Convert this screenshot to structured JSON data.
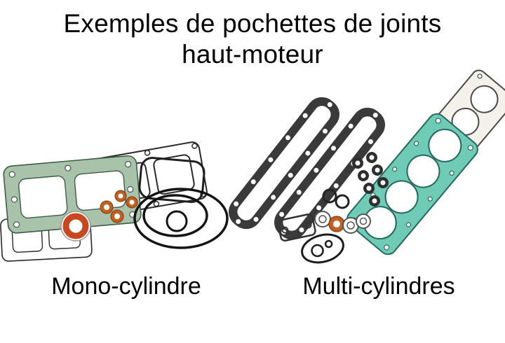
{
  "title": {
    "line1": "Exemples de pochettes de joints",
    "line2": "haut-moteur"
  },
  "captions": {
    "mono": "Mono-cylindre",
    "multi": "Multi-cylindres"
  },
  "colors": {
    "background": "#ffffff",
    "text": "#000000",
    "gasket_green": "#a9c3ab",
    "gasket_teal": "#6fcab6",
    "gasket_white": "#f4f1ea",
    "gasket_dark": "#3a3a3a",
    "washer_orange": "#c0611f",
    "oring_red": "#c7481f",
    "line_dark": "#1d1d1d"
  }
}
